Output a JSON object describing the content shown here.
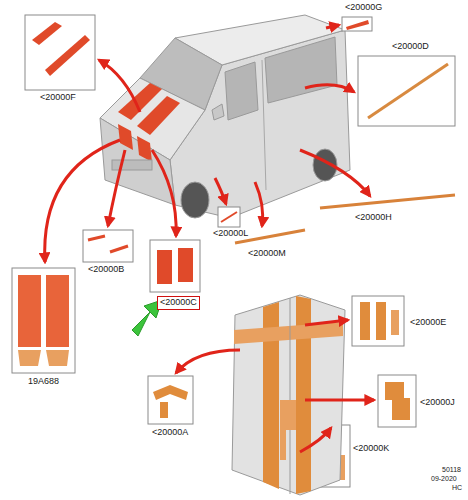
{
  "diagram": {
    "labels": [
      "<20000G",
      "<20000F",
      "<20000D",
      "<20000L",
      "<20000M",
      "<20000H",
      "<20000B",
      "<20000C",
      "19A688",
      "<20000E",
      "<20000A",
      "<20000J",
      "<20000K",
      "50118",
      "09-2020",
      "HC"
    ]
  }
}
